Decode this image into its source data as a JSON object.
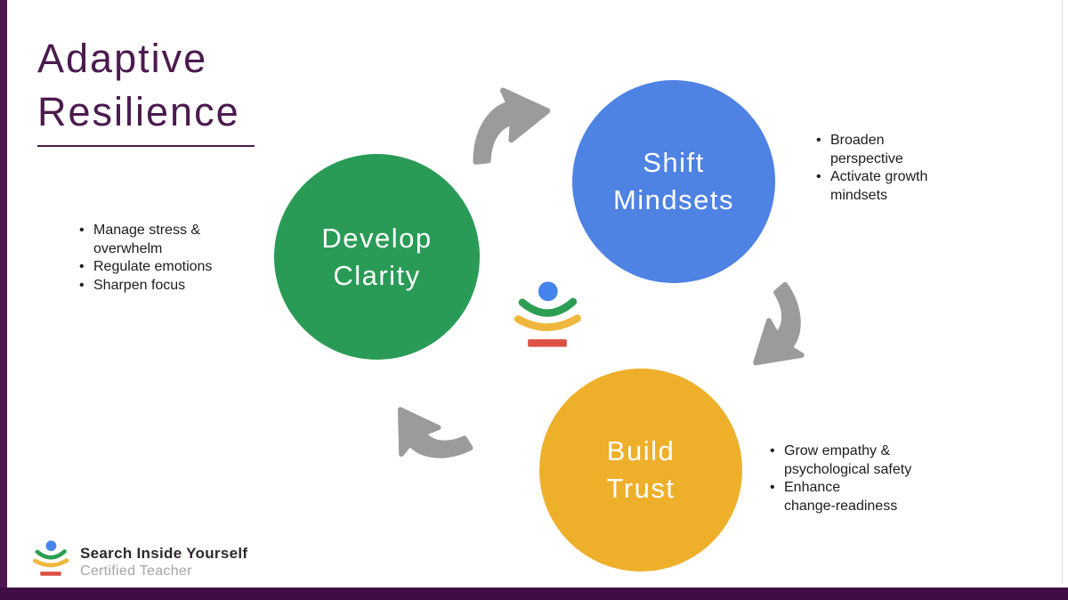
{
  "slide": {
    "title": {
      "line1": "Adaptive",
      "line2": "Resilience"
    },
    "footer": {
      "brand": "Search Inside Yourself",
      "subtitle": "Certified Teacher"
    }
  },
  "cycle": {
    "nodes": [
      {
        "id": "develop-clarity",
        "label": {
          "line1": "Develop",
          "line2": "Clarity"
        },
        "bullets": [
          {
            "lines": [
              "Manage stress &",
              "overwhelm"
            ]
          },
          {
            "lines": [
              "Regulate emotions"
            ]
          },
          {
            "lines": [
              "Sharpen focus"
            ]
          }
        ]
      },
      {
        "id": "shift-mindsets",
        "label": {
          "line1": "Shift",
          "line2": "Mindsets"
        },
        "bullets": [
          {
            "lines": [
              "Broaden",
              "perspective"
            ]
          },
          {
            "lines": [
              "Activate growth",
              "mindsets"
            ]
          }
        ]
      },
      {
        "id": "build-trust",
        "label": {
          "line1": "Build",
          "line2": "Trust"
        },
        "bullets": [
          {
            "lines": [
              "Grow empathy &",
              "psychological safety"
            ]
          },
          {
            "lines": [
              "Enhance",
              "change-readiness"
            ]
          }
        ]
      }
    ]
  },
  "colors": {
    "accent-purple": "#4b1b4e",
    "strip-purple": "#4f1650",
    "bar-purple": "#420c44",
    "node-green": "#2a9b57",
    "node-blue": "#4e82e3",
    "node-yellow": "#eeaf2b",
    "arrow-gray": "#9b9b9b",
    "logo-blue": "#4584ec",
    "logo-green": "#2e9e54",
    "logo-yellow": "#efb73d",
    "logo-red": "#dd5145",
    "footer-text": "#2f2830",
    "text-dark": "#1c1c1c",
    "text-gray": "#a5a5a5"
  }
}
